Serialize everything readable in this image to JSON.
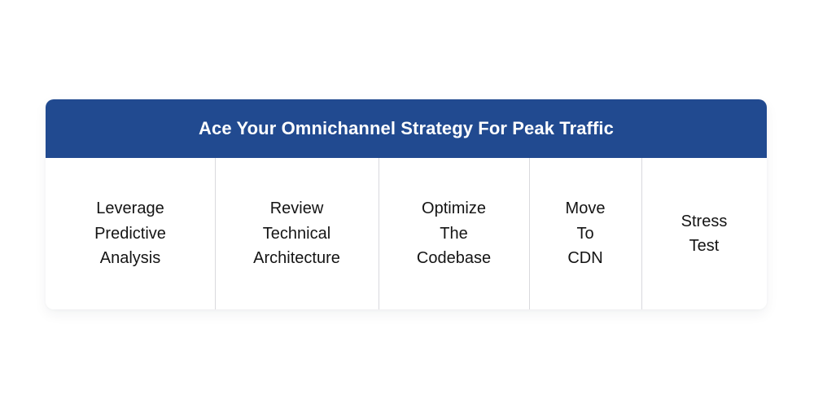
{
  "card": {
    "header": {
      "title": "Ace Your Omnichannel Strategy For Peak Traffic",
      "background_color": "#214A90",
      "text_color": "#FFFFFF"
    },
    "body": {
      "divider_color": "#D9D9DD",
      "text_color": "#141414",
      "columns": [
        {
          "label": "Leverage\nPredictive\nAnalysis"
        },
        {
          "label": "Review\nTechnical\nArchitecture"
        },
        {
          "label": "Optimize\nThe\nCodebase"
        },
        {
          "label": "Move\nTo\nCDN"
        },
        {
          "label": "Stress\nTest"
        }
      ]
    }
  },
  "page": {
    "background_color": "#FFFFFF"
  }
}
